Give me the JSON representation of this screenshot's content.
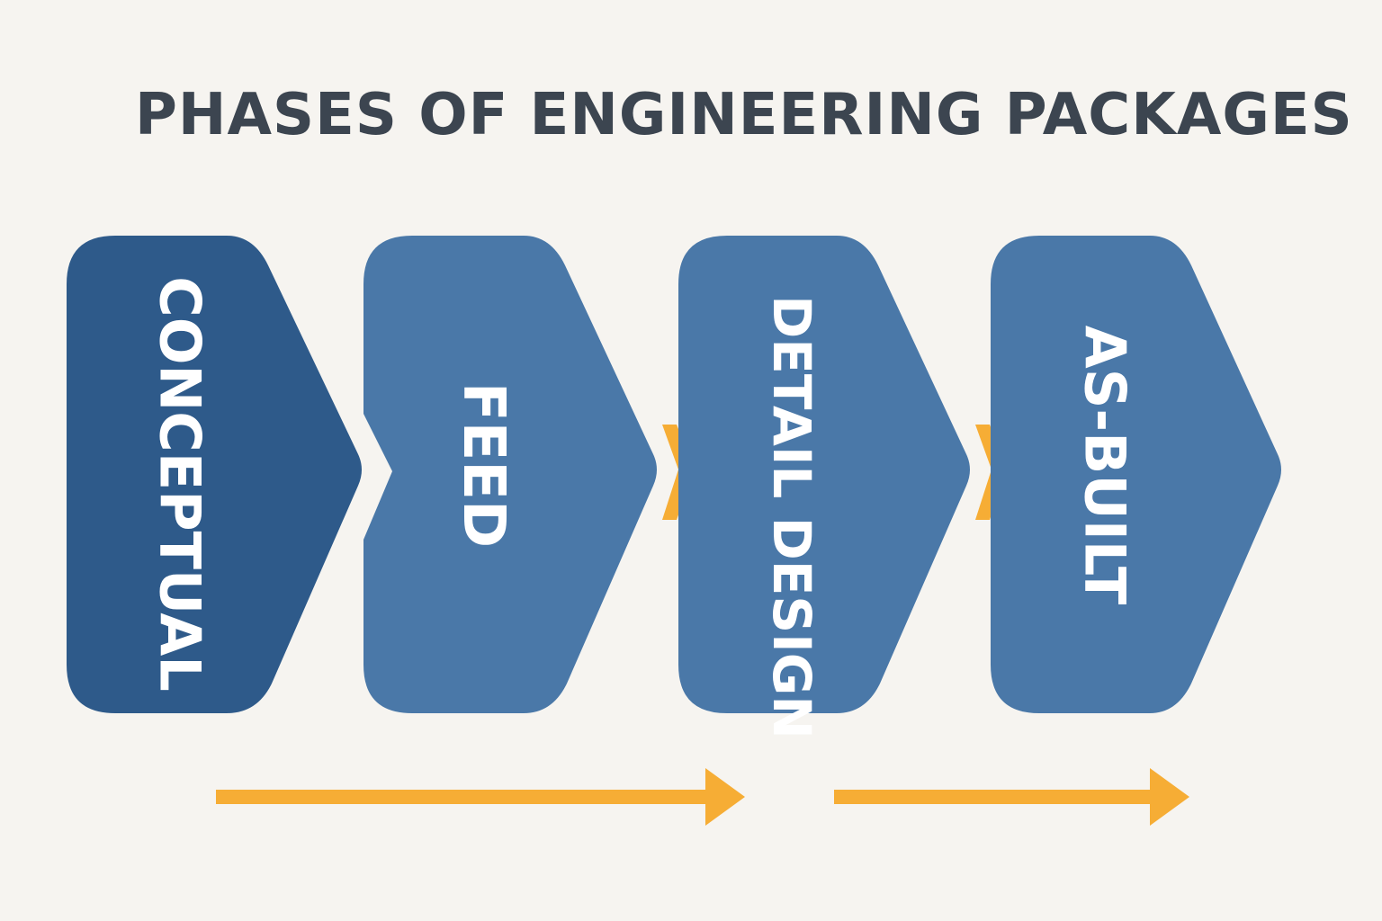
{
  "title": "PHASES OF ENGINEERING PACKAGES",
  "colors": {
    "background": "#f6f4f0",
    "title": "#3c4550",
    "phase_dark": "#2e5a8a",
    "phase": "#4a78a8",
    "arrow": "#f6ad35",
    "label": "#ffffff"
  },
  "phases": [
    {
      "label": "CONCEPTUAL",
      "emphasis": "dark"
    },
    {
      "label": "FEED",
      "emphasis": "normal"
    },
    {
      "label": "DETAIL DESIGN",
      "emphasis": "normal"
    },
    {
      "label": "AS-BUILT",
      "emphasis": "normal"
    }
  ]
}
